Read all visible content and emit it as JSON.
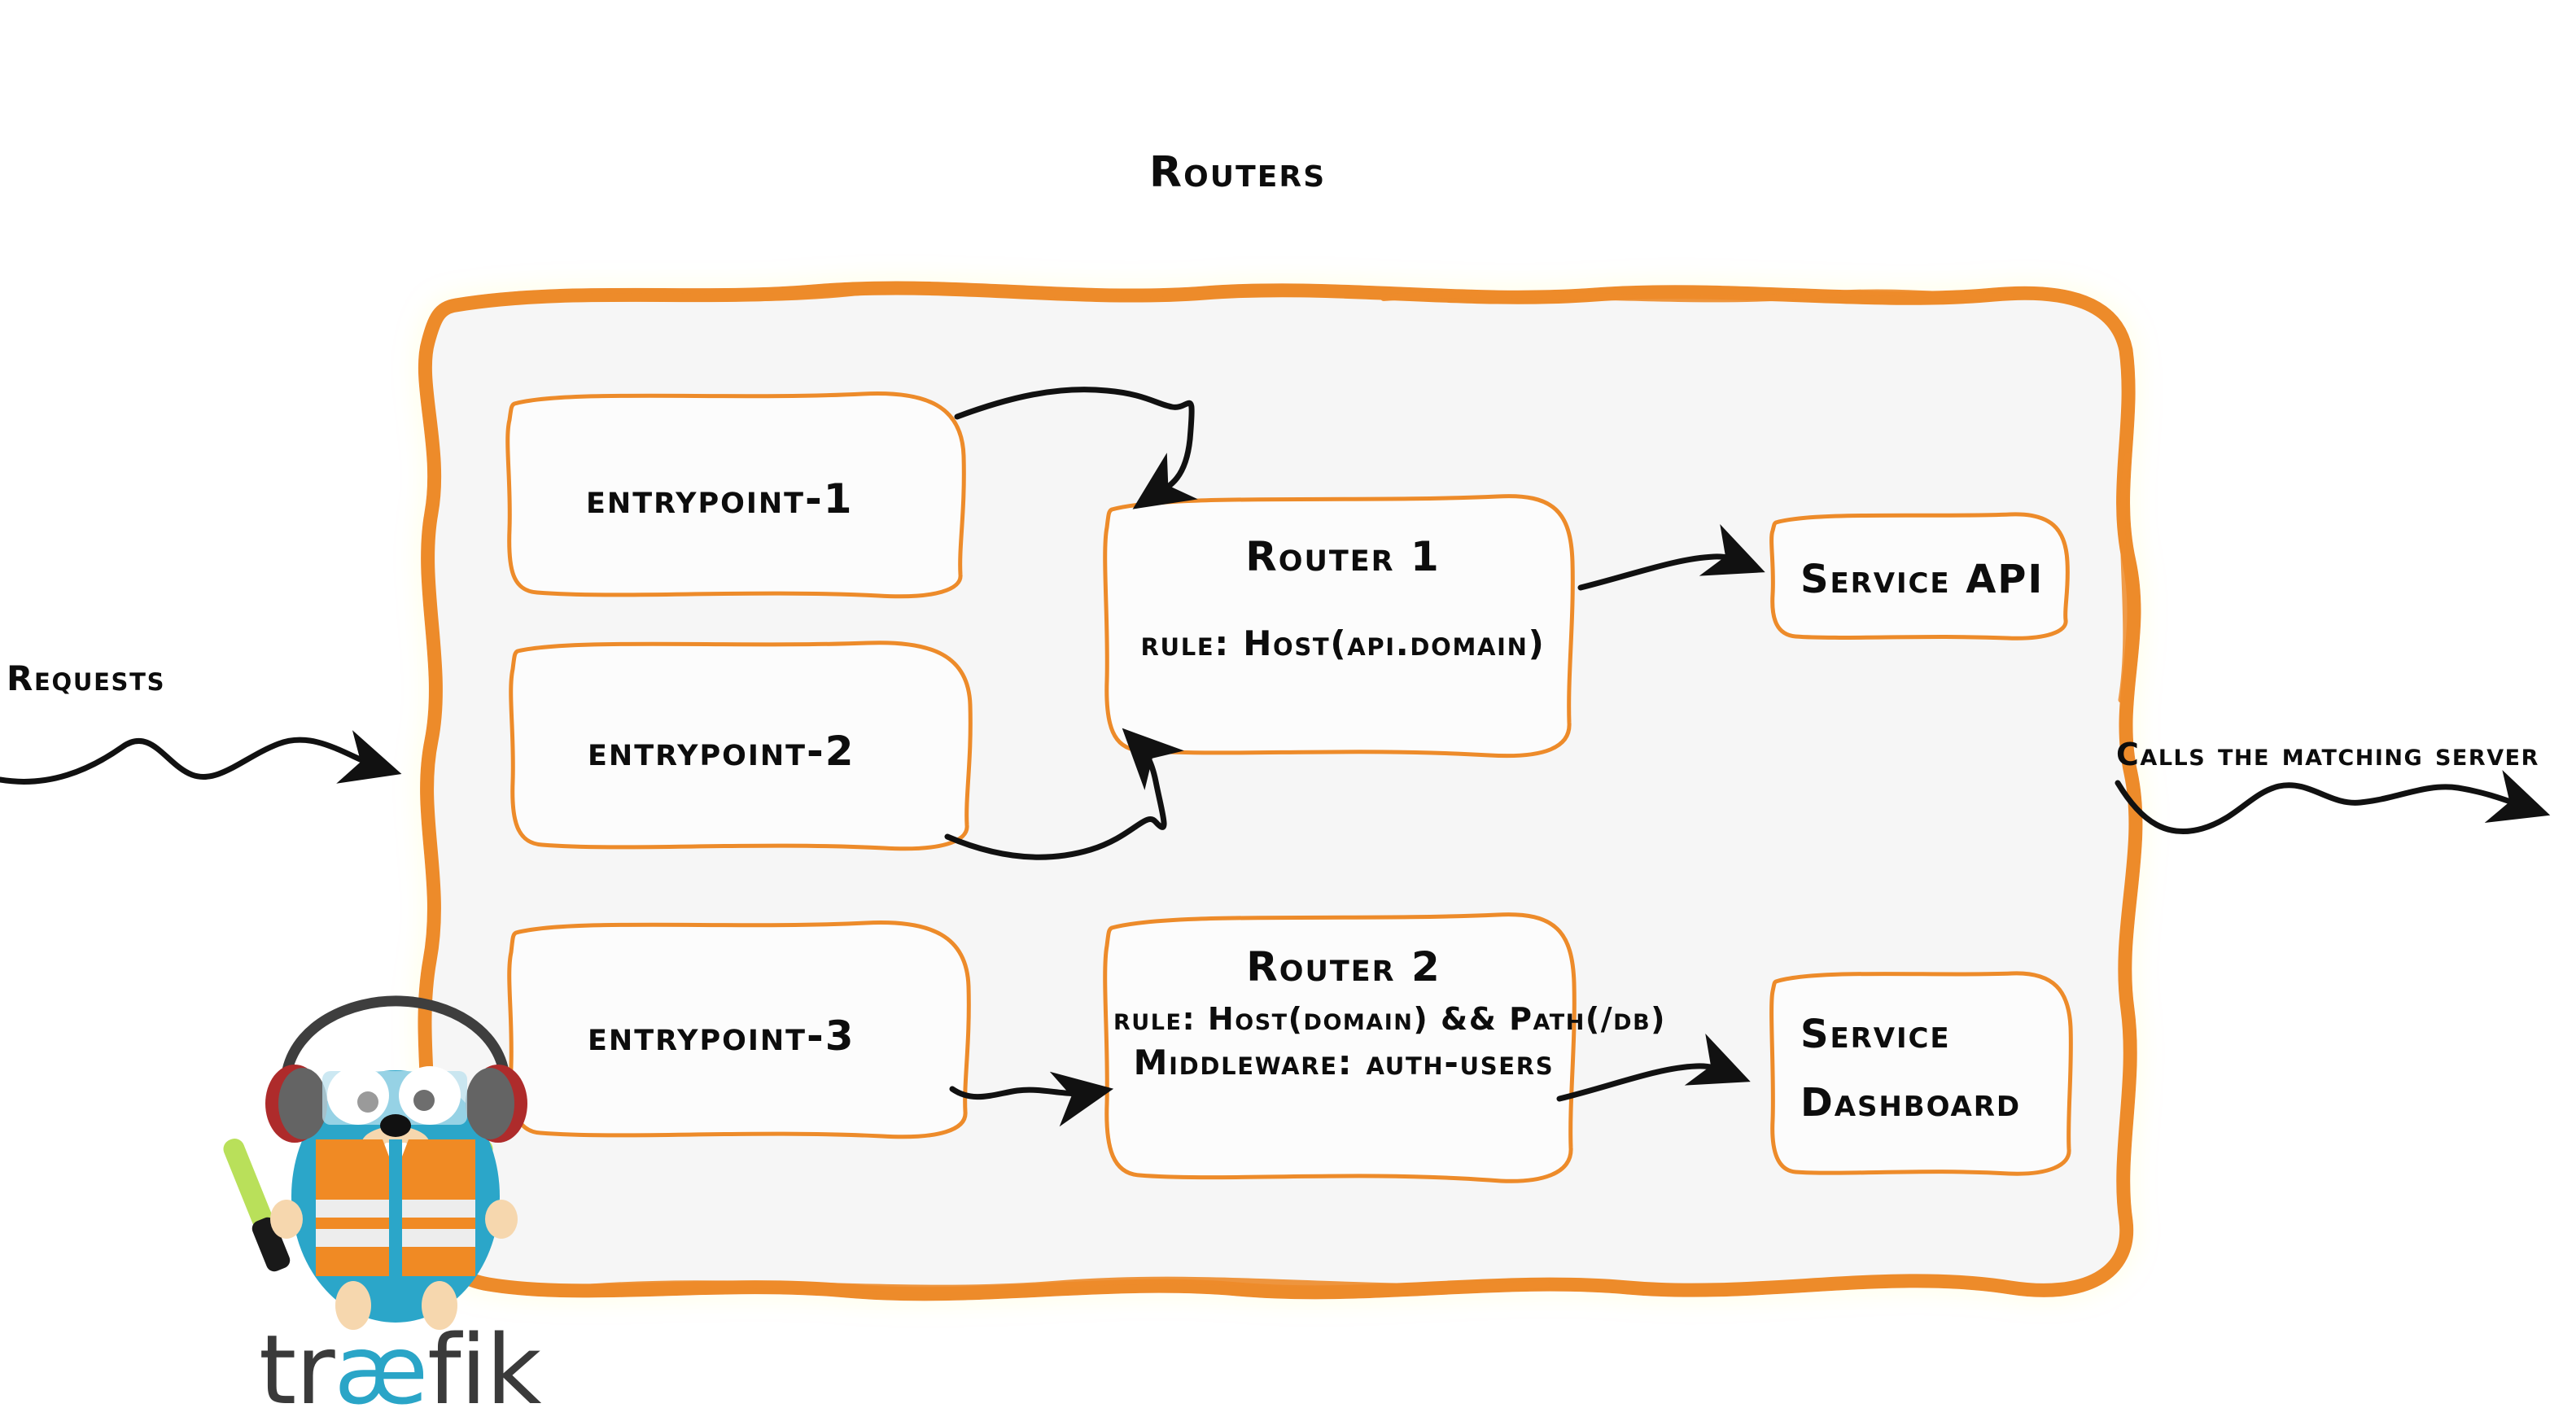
{
  "diagram": {
    "title": "Routers",
    "accent_color": "#ED8B2A",
    "panel_fill": "#F6F6F6",
    "box_fill": "#FCFCFC",
    "ink_color": "#0D0D0D",
    "brand": {
      "wordmark_prefix": "tr",
      "wordmark_ligature": "æ",
      "wordmark_suffix": "fik",
      "mascot_name": "traefik-gopher",
      "body_color": "#2BA6C9",
      "vest_color": "#F08A24",
      "wand_color": "#B9E05A"
    }
  },
  "labels": {
    "requests": "Requests",
    "calls_the_matching_server": "Calls the matching server"
  },
  "entrypoints": [
    {
      "name": "entrypoint-1"
    },
    {
      "name": "entrypoint-2"
    },
    {
      "name": "entrypoint-3"
    }
  ],
  "routers": [
    {
      "title": "Router 1",
      "lines": [
        {
          "prefix": "rule: ",
          "value": "Host(api.domain)"
        }
      ]
    },
    {
      "title": "Router 2",
      "lines": [
        {
          "prefix": "rule: ",
          "value": "Host(domain) && Path(/db)"
        },
        {
          "prefix": "Middleware: ",
          "value": "auth-users"
        }
      ]
    }
  ],
  "services": [
    {
      "line1": "Service API",
      "line2": ""
    },
    {
      "line1": "Service",
      "line2": "Dashboard"
    }
  ]
}
